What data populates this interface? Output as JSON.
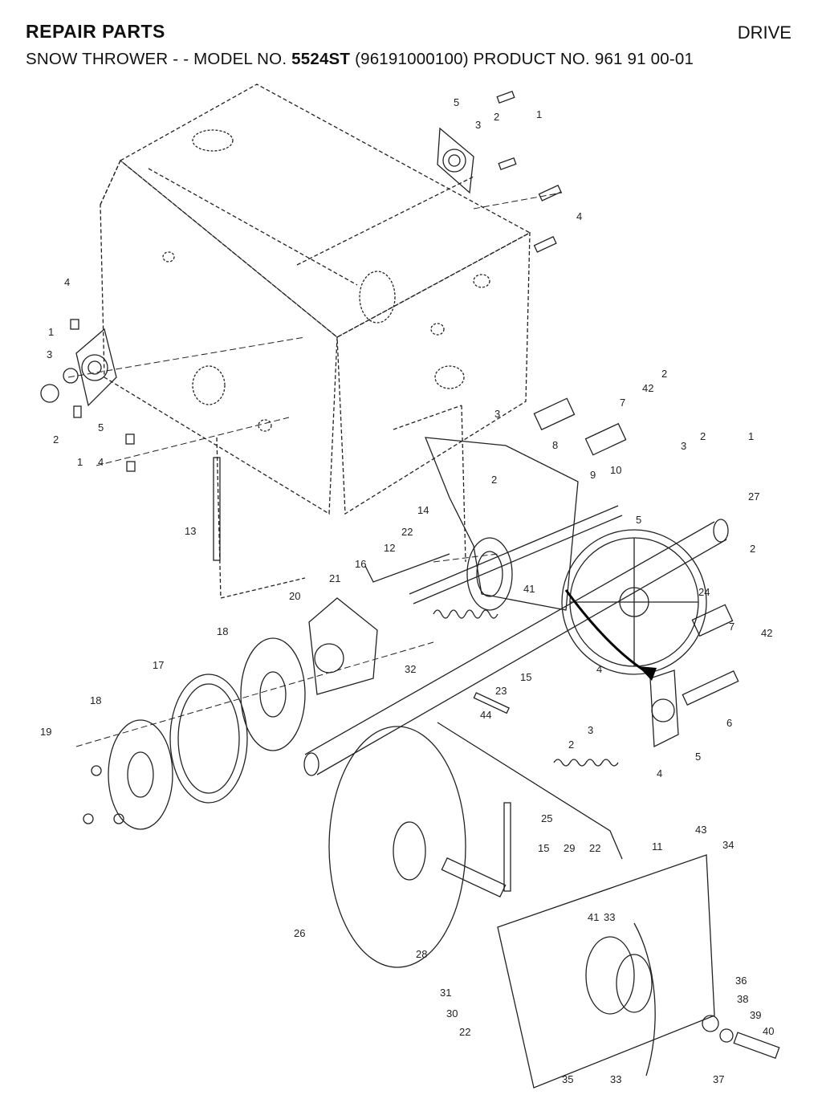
{
  "header": {
    "section": "REPAIR PARTS",
    "category": "DRIVE",
    "subtitle_prefix": "SNOW THROWER - - MODEL NO.",
    "model": "5524ST",
    "subtitle_suffix": "(96191000100) PRODUCT NO. 961 91 00-01"
  },
  "callouts": {
    "c1": "1",
    "c2": "2",
    "c3": "3",
    "c4": "4",
    "c5": "5",
    "c6": "6",
    "c7": "7",
    "c8": "8",
    "c9": "9",
    "c10": "10",
    "c11": "11",
    "c12": "12",
    "c13": "13",
    "c14": "14",
    "c15": "15",
    "c16": "16",
    "c17": "17",
    "c18": "18",
    "c19": "19",
    "c20": "20",
    "c21": "21",
    "c22": "22",
    "c23": "23",
    "c24": "24",
    "c25": "25",
    "c26": "26",
    "c27": "27",
    "c28": "28",
    "c29": "29",
    "c30": "30",
    "c31": "31",
    "c32": "32",
    "c33": "33",
    "c34": "34",
    "c35": "35",
    "c36": "36",
    "c37": "37",
    "c38": "38",
    "c39": "39",
    "c40": "40",
    "c41": "41",
    "c42": "42",
    "c43": "43",
    "c44": "44"
  }
}
